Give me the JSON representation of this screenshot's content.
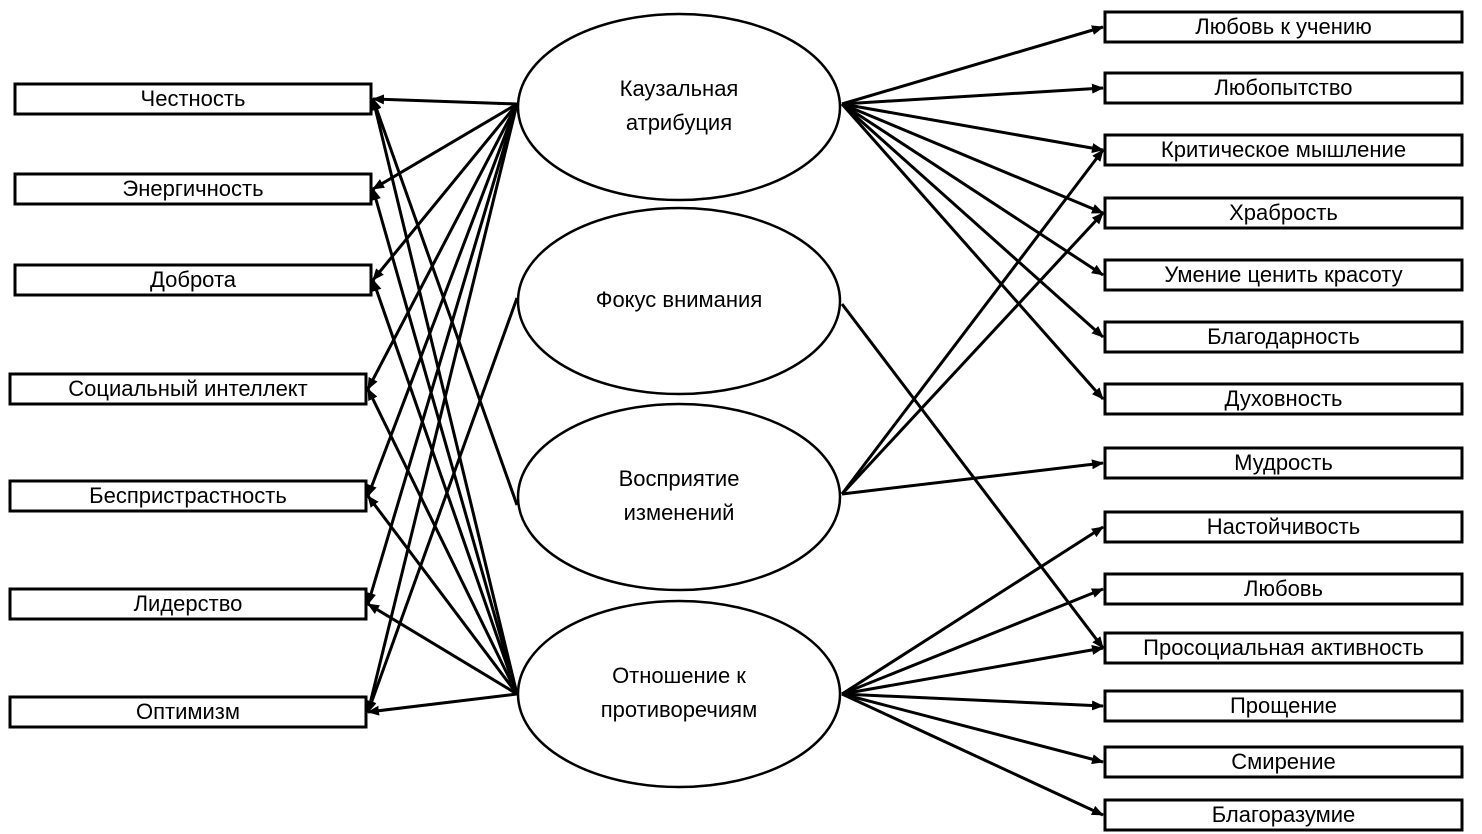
{
  "center_nodes": [
    {
      "id": "c1",
      "lines": [
        "Каузальная",
        "атрибуция"
      ]
    },
    {
      "id": "c2",
      "lines": [
        "Фокус внимания"
      ]
    },
    {
      "id": "c3",
      "lines": [
        "Восприятие",
        "изменений"
      ]
    },
    {
      "id": "c4",
      "lines": [
        "Отношение к",
        "противоречиям"
      ]
    }
  ],
  "left_nodes": [
    {
      "id": "l1",
      "label": "Честность"
    },
    {
      "id": "l2",
      "label": "Энергичность"
    },
    {
      "id": "l3",
      "label": "Доброта"
    },
    {
      "id": "l4",
      "label": "Социальный интеллект"
    },
    {
      "id": "l5",
      "label": "Беспристрастность"
    },
    {
      "id": "l6",
      "label": "Лидерство"
    },
    {
      "id": "l7",
      "label": "Оптимизм"
    }
  ],
  "right_nodes": [
    {
      "id": "r1",
      "label": "Любовь к учению"
    },
    {
      "id": "r2",
      "label": "Любопытство"
    },
    {
      "id": "r3",
      "label": "Критическое мышление"
    },
    {
      "id": "r4",
      "label": "Храбрость"
    },
    {
      "id": "r5",
      "label": "Умение ценить красоту"
    },
    {
      "id": "r6",
      "label": "Благодарность"
    },
    {
      "id": "r7",
      "label": "Духовность"
    },
    {
      "id": "r8",
      "label": "Мудрость"
    },
    {
      "id": "r9",
      "label": "Настойчивость"
    },
    {
      "id": "r10",
      "label": "Любовь"
    },
    {
      "id": "r11",
      "label": "Просоциальная активность"
    },
    {
      "id": "r12",
      "label": "Прощение"
    },
    {
      "id": "r13",
      "label": "Смирение"
    },
    {
      "id": "r14",
      "label": "Благоразумие"
    }
  ],
  "edges": [
    {
      "from": "c1",
      "to": "l1"
    },
    {
      "from": "c1",
      "to": "l2"
    },
    {
      "from": "c1",
      "to": "l3"
    },
    {
      "from": "c1",
      "to": "l4"
    },
    {
      "from": "c1",
      "to": "l5"
    },
    {
      "from": "c1",
      "to": "l6"
    },
    {
      "from": "c1",
      "to": "l7"
    },
    {
      "from": "c2",
      "to": "l7"
    },
    {
      "from": "c3",
      "to": "l1"
    },
    {
      "from": "c4",
      "to": "l1"
    },
    {
      "from": "c4",
      "to": "l2"
    },
    {
      "from": "c4",
      "to": "l3"
    },
    {
      "from": "c4",
      "to": "l4"
    },
    {
      "from": "c4",
      "to": "l5"
    },
    {
      "from": "c4",
      "to": "l6"
    },
    {
      "from": "c4",
      "to": "l7"
    },
    {
      "from": "c1",
      "to": "r1"
    },
    {
      "from": "c1",
      "to": "r2"
    },
    {
      "from": "c1",
      "to": "r3"
    },
    {
      "from": "c1",
      "to": "r4"
    },
    {
      "from": "c1",
      "to": "r5"
    },
    {
      "from": "c1",
      "to": "r6"
    },
    {
      "from": "c1",
      "to": "r7"
    },
    {
      "from": "c2",
      "to": "r11"
    },
    {
      "from": "c3",
      "to": "r3"
    },
    {
      "from": "c3",
      "to": "r4"
    },
    {
      "from": "c3",
      "to": "r8"
    },
    {
      "from": "c4",
      "to": "r9"
    },
    {
      "from": "c4",
      "to": "r10"
    },
    {
      "from": "c4",
      "to": "r11"
    },
    {
      "from": "c4",
      "to": "r12"
    },
    {
      "from": "c4",
      "to": "r13"
    },
    {
      "from": "c4",
      "to": "r14"
    }
  ]
}
